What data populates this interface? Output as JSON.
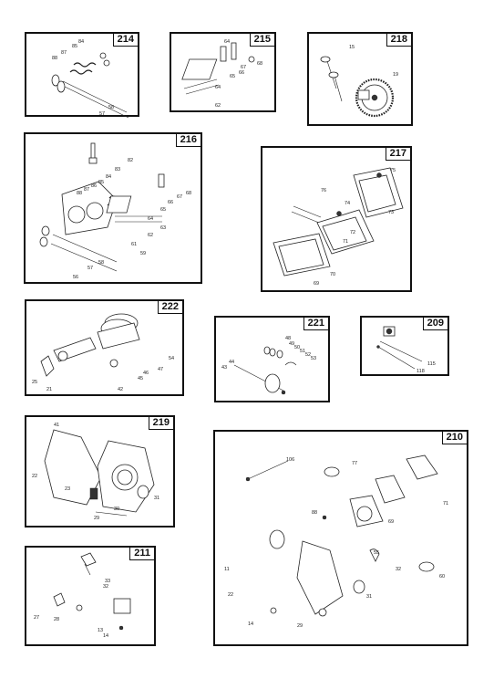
{
  "panels": [
    {
      "id": "214",
      "labels": [
        "84",
        "85",
        "87",
        "88",
        "58",
        "57"
      ]
    },
    {
      "id": "215",
      "labels": [
        "64",
        "67",
        "68",
        "65",
        "66",
        "64",
        "62"
      ]
    },
    {
      "id": "218",
      "labels": [
        "15",
        "19"
      ]
    },
    {
      "id": "216",
      "labels": [
        "82",
        "83",
        "84",
        "85",
        "86",
        "87",
        "88",
        "58",
        "57",
        "56",
        "61",
        "62",
        "59",
        "64",
        "63",
        "65",
        "66",
        "67",
        "68"
      ]
    },
    {
      "id": "217",
      "labels": [
        "75",
        "76",
        "74",
        "73",
        "72",
        "71",
        "70",
        "69"
      ]
    },
    {
      "id": "222",
      "labels": [
        "54",
        "47",
        "46",
        "45",
        "42",
        "25",
        "21"
      ]
    },
    {
      "id": "221",
      "labels": [
        "48",
        "49",
        "50",
        "51",
        "52",
        "53",
        "43",
        "44"
      ]
    },
    {
      "id": "209",
      "labels": [
        "115",
        "118"
      ]
    },
    {
      "id": "219",
      "labels": [
        "41",
        "22",
        "23",
        "31",
        "30",
        "29"
      ]
    },
    {
      "id": "210",
      "labels": [
        "106",
        "77",
        "71",
        "69",
        "88",
        "55",
        "11",
        "32",
        "60",
        "22",
        "31",
        "14",
        "29"
      ]
    },
    {
      "id": "211",
      "labels": [
        "33",
        "32",
        "27",
        "28",
        "13",
        "14"
      ]
    }
  ]
}
